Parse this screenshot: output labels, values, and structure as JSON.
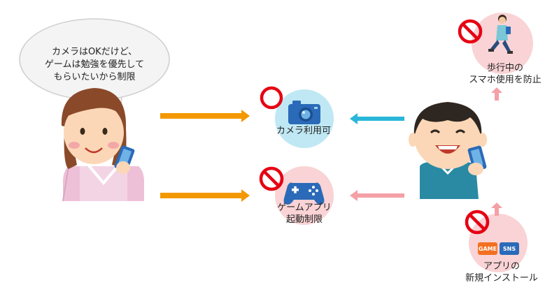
{
  "speech_bubble": {
    "lines": [
      "カメラはOKだけど、",
      "ゲームは勉強を優先して",
      "もらいたいから制限"
    ]
  },
  "features": {
    "camera": {
      "label": "カメラ利用可",
      "status": "allowed"
    },
    "game": {
      "label_lines": [
        "ゲームアプリ",
        "起動制限"
      ],
      "status": "restricted"
    },
    "walking": {
      "label_lines": [
        "歩行中の",
        "スマホ使用を防止"
      ],
      "status": "restricted"
    },
    "install": {
      "label_lines": [
        "アプリの",
        "新規インストール"
      ],
      "status": "restricted",
      "badges": [
        "GAME",
        "SNS"
      ]
    }
  },
  "icons": {
    "allowed": "circle-icon",
    "restricted": "prohibited-icon"
  },
  "colors": {
    "orange_arrow": "#f39800",
    "blue_arrow": "#29b6d9",
    "pink_arrow": "#f4a0a6",
    "allowed_bg": "#bfe8f4",
    "restricted_bg": "#f9d3d5",
    "ring_red": "#e60012"
  }
}
